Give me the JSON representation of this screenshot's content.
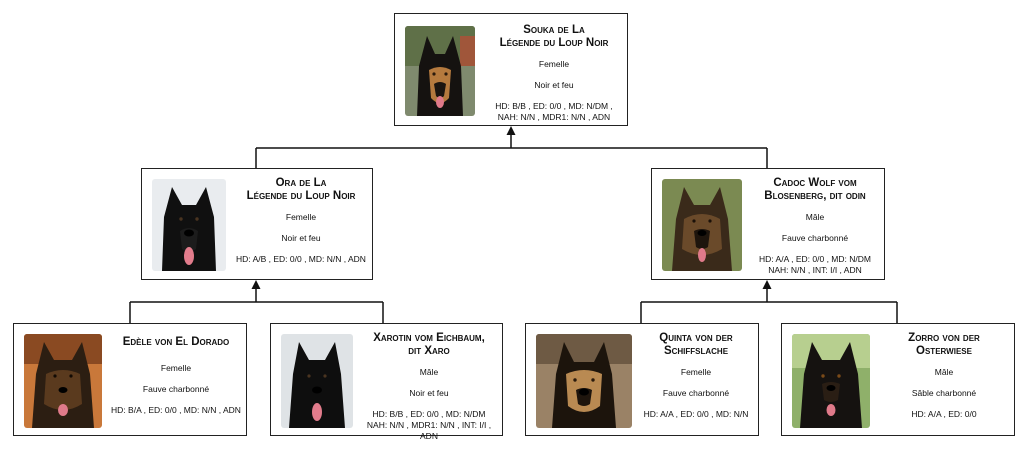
{
  "dogs": {
    "root": {
      "name1": "Souka de La",
      "name2": "Légende du Loup Noir",
      "sex": "Femelle",
      "color": "Noir et feu",
      "health1": "HD: B/B , ED: 0/0 , MD: N/DM ,",
      "health2": "NAH: N/N , MDR1: N/N , ADN"
    },
    "sire_side_mother": {
      "name1": "Ora de La",
      "name2": "Légende du Loup Noir",
      "sex": "Femelle",
      "color": "Noir et feu",
      "health1": "HD: A/B , ED: 0/0 , MD: N/N , ADN"
    },
    "father": {
      "name1": "Cadoc Wolf vom",
      "name2": "Blosenberg, dit odin",
      "sex": "Mâle",
      "color": "Fauve charbonné",
      "health1": "HD: A/A , ED: 0/0 , MD: N/DM",
      "health2": "NAH: N/N , INT: I/I , ADN"
    },
    "gm_left": {
      "name1": "Edèle von El Dorado",
      "sex": "Femelle",
      "color": "Fauve charbonné",
      "health1": "HD: B/A , ED: 0/0 , MD: N/N , ADN"
    },
    "gf_left": {
      "name1": "Xarotin vom Eichbaum,",
      "name2": "dit Xaro",
      "sex": "Mâle",
      "color": "Noir et feu",
      "health1": "HD: B/B , ED: 0/0 , MD: N/DM",
      "health2": "NAH: N/N , MDR1: N/N , INT: I/I , ADN"
    },
    "gm_right": {
      "name1": "Quinta von der",
      "name2": "Schiffslache",
      "sex": "Femelle",
      "color": "Fauve charbonné",
      "health1": "HD: A/A , ED: 0/0 , MD: N/N"
    },
    "gf_right": {
      "name1": "Zorro von der",
      "name2": "Osterwiese",
      "sex": "Mâle",
      "color": "Sâble charbonné",
      "health1": "HD: A/A , ED: 0/0"
    }
  },
  "photos": {
    "root": "black-and-tan-shepherd-photo",
    "sire_side_mother": "black-shepherd-photo",
    "father": "sable-shepherd-photo",
    "gm_left": "sable-shepherd-photo",
    "gf_left": "black-shepherd-photo",
    "gm_right": "black-and-tan-shepherd-photo",
    "gf_right": "black-shepherd-photo"
  },
  "colors": {
    "border": "#222222",
    "line": "#111111"
  }
}
